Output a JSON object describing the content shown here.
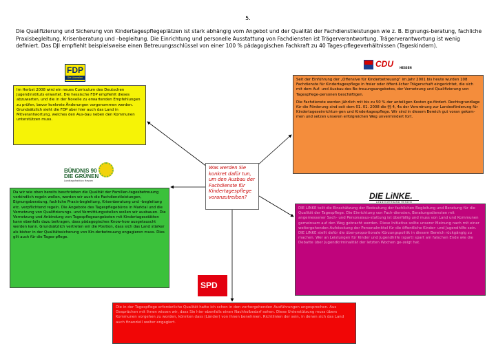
{
  "page_number": "5.",
  "intro": "Die Qualifizierung und Sicherung von Kindertagespflegeplätzen ist stark abhängig vom Angebot und der Qualität der Fachdienstleistungen wie z. B. Eignungs-beratung, fachliche Praxisbegleitung, Krisenberatung und –begleitung. Die Einrichtung und personelle Ausstattung von Fachdiensten ist Trägerverantwortung. Trägerverantwortung ist wenig definiert. Das DJI empfiehlt beispielsweise einen Betreuungsschlüssel von einer 100 % pädagogischen Fachkraft zu 40 Tages-pflegeverhältnissen (Tageskindern).",
  "center_question": "Was werden Sie konkret dafür tun, um den Ausbau der Fachdienste für Kindertagespflege voranzutreiben?",
  "logos": {
    "fdp": {
      "name": "FDP",
      "sub": "Die Liberalen"
    },
    "cdu": {
      "name": "CDU",
      "sub": "HESSEN"
    },
    "gruene": {
      "line1": "BÜNDNIS 90",
      "line2": "DIE GRÜNEN",
      "sub": "Landtagsfraktion Hessen"
    },
    "linke": {
      "name": "DIE LiNKE.",
      "sub": "LANDESVERBAND HESSEN"
    },
    "spd": {
      "name": "SPD"
    }
  },
  "colors": {
    "fdp": "#f6f306",
    "cdu": "#f48d3c",
    "gruene": "#3bc13b",
    "linke": "#c0047c",
    "spd": "#f10606"
  },
  "answers": {
    "fdp": "Im Herbst 2008 wird ein neues Curriculum des Deutschen Jugendinstituts erwartet. Die hessische FDP empfiehlt dieses abzuwarten, und die in der Novelle zu erwartenden Empfehlungen zu prüfen, bevor konkrete Änderungen vorgenommen werden. Grundsätzlich sieht die FDP aber hier auch das Land in Mitverantwortung, welches den Aus-bau neben den Kommunen unterstützen muss.",
    "cdu_p1": "Seit der Einführung der „Offensive für Kinderbetreuung“ im Jahr 2001 bis heute wurden 108 Fachdienste für Kindertagespflege in freier oder öffent-licher Trägerschaft eingerichtet, die sich mit dem Auf- und Ausbau des Be-treuungsangebotes, der Vernetzung und Qualifizierung von Tagespflege-personen beschäftigen.",
    "cdu_p2": "Die Fachdienste werden jährlich mit bis zu 50 % der anteiligen Kosten ge-fördert. Rechtsgrundlage für die Förderung sind seit dem 01. 01. 2008 die §§ 4, 4a der Verordnung zur Landesförderung für Kindertageseinrichtun-gen und Kindertagespflege. Wir sind in diesem Bereich gut voran gekom-men und setzen unseren erfolgreichen Weg unvermindert fort.",
    "gruene": "Da wir wie oben bereits beschrieben die Qualität der Familien-tagesbetreuung verbindlich regeln wollen, werden wir auch die Fachdienstleistungen, Eignungsberatung, fachliche Praxis-begleitung, Krisenberatung und –begleitung etc. verpflichtend regeln. Die Angebote des Tagespflegebüros in Marktal und die Vernetzung von Qualifizierungs- und Vermittlungsstellen wollen wir ausbauen. Die Vernetzung und Anbindung von Tagespflegeangeboten mit Kindertagesstätten kann ebenfalls dazu beitragen, dass pädagogisches Know-how ausgetauscht werden kann. Grundsätzlich vertreten wir die Position, dass sich das Land stärker als bisher in der Qualitätssicherung von Kin-derbetreuung engagieren muss. Dies gilt auch für die Tages-pflege.",
    "linke": "DIE LINKE teilt die Einschätzung der Bedeutung der fachlichen Begleitung und Beratung für die Qualität der Tagespflege. Die Einrichtung von Fach-diensten, Beratungsdiensten mit angemessener Sach- und Personalaus-stattung ist überfällig und muss von Land und Kommunen gemeinsam auf den Weg gebracht werden. Diese Initiative sollte unserer Meinung nach mit einer weitergehenden Aufstockung der Personalmittel für die öffentliche Kinder- und Jugendhilfe sein. DIE LINKE stellt dafür die über-proportionale Kürzungspolitik in diesem Bereich rückgängig zu machen. Wer an Leistungen für Kinder und Jugendhilfe (spart) spart am falschen Ende wie die Debatte über Jugendkriminalität der letzten Wochen ge-zeigt hat.",
    "spd": "Die in der Tagespflege erforderliche Qualität hatte ich schon in den vorhergehenden Ausführungen angesprochen. Aus Gesprächen mit Ihnen wissen wir, dass Sie hier ebenfalls einen Nachholbedarf sehen. Diese Unterstützung muss übers Kommunen vorgehen zu worden, könnten dass (Länder) von ihnen benehmen. Richtlinien der sein, in denen sich das Land auch finanziell weiter engagiert."
  }
}
